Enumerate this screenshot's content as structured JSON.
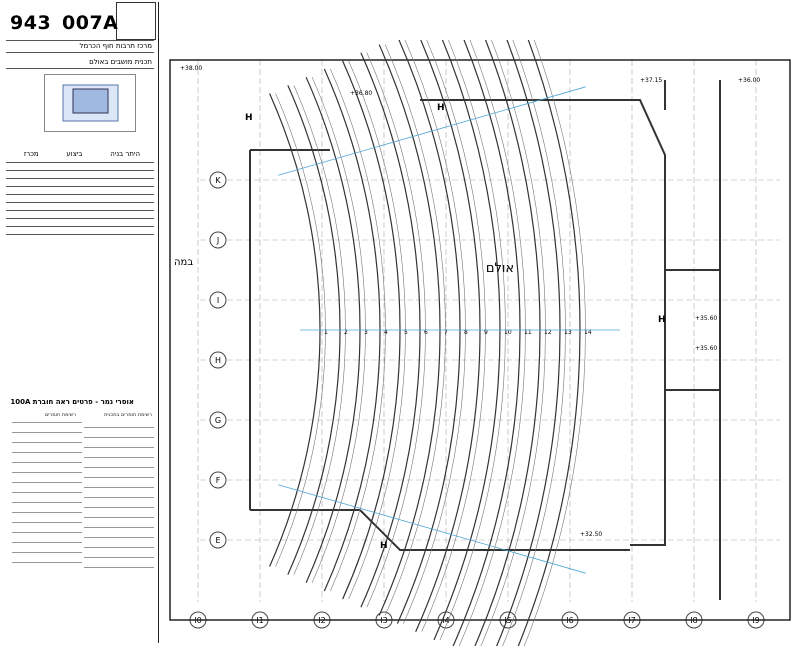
{
  "title_block": {
    "sheet_number_left": "943",
    "sheet_number_right": "007A",
    "project_name": "מרכז תרבות חוף הכרמל",
    "drawing_name": "תכנית מושבים באולם",
    "legend_heading": "אוסרי נמר - פרטים ראה חוברת 100A",
    "legend_sub_left": "רשימת חומרים",
    "legend_sub_right": "רשימת חומרים בתכנית",
    "options": [
      "מכרז",
      "ביצוע",
      "היתר בניה"
    ]
  },
  "plan": {
    "hall_label": "אולם",
    "side_label": "במה",
    "column_labels": [
      "I0",
      "I1",
      "I2",
      "I3",
      "I4",
      "I5",
      "I6",
      "I7",
      "I8",
      "I9"
    ],
    "row_labels": [
      "K",
      "J",
      "I",
      "H",
      "G",
      "F",
      "E"
    ],
    "column_markers": [
      "H",
      "H",
      "H",
      "H"
    ],
    "elevations": [
      "+36.00",
      "+38.00",
      "+37.15",
      "+36.80",
      "+35.60",
      "+35.60",
      "+32.50"
    ],
    "seat_row_numbers": [
      "1",
      "2",
      "3",
      "4",
      "5",
      "6",
      "7",
      "8",
      "9",
      "10",
      "11",
      "12",
      "13",
      "14"
    ]
  }
}
